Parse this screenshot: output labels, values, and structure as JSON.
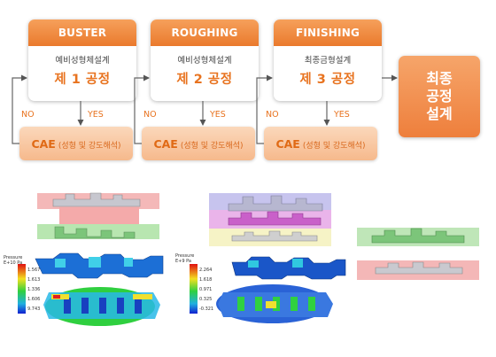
{
  "steps": [
    {
      "title": "BUSTER",
      "sub": "예비성형체설계",
      "step": "제 1 공정"
    },
    {
      "title": "ROUGHING",
      "sub": "예비성형체설계",
      "step": "제 2 공정"
    },
    {
      "title": "FINISHING",
      "sub": "최종금형설계",
      "step": "제 3 공정"
    }
  ],
  "final": {
    "label": "최종\n공정\n설계"
  },
  "cae": {
    "title": "CAE",
    "sub": "(성형 및 강도해석)"
  },
  "labels": {
    "no": "NO",
    "yes": "YES"
  },
  "colorbars": [
    {
      "title": "Pressure\nE+10 Pa",
      "ticks": [
        "1.567",
        "1.613",
        "1.336",
        "1.606",
        "9.743"
      ]
    },
    {
      "title": "Pressure\nE+9 Pa",
      "ticks": [
        "2.264",
        "1.618",
        "0.971",
        "0.325",
        "-0.321"
      ]
    }
  ],
  "colors": {
    "accent": "#ea7a2d",
    "caeFill": "#f8c9a2",
    "arrow": "#555555"
  }
}
